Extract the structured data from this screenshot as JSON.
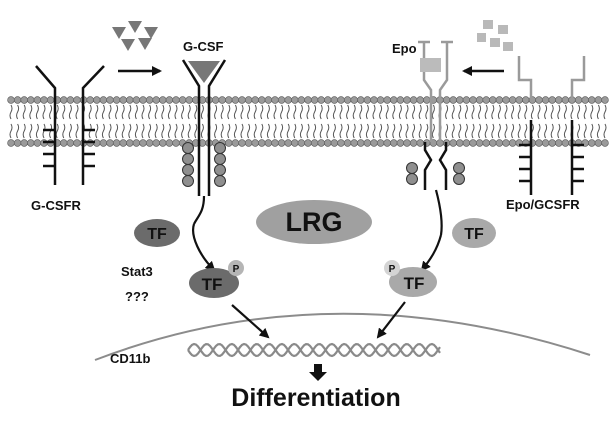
{
  "labels": {
    "gcsf": "G-CSF",
    "gcsfr": "G-CSFR",
    "epo": "Epo",
    "epo_gcsfr": "Epo/GCSFR",
    "lrg": "LRG",
    "tf": "TF",
    "phospho": "P",
    "stat3": "Stat3",
    "unknown": "???",
    "cd11b": "CD11b",
    "differentiation": "Differentiation"
  },
  "colors": {
    "membrane_head": "#9a9a9a",
    "dark_tf": "#6b6b6b",
    "light_tf": "#a9a9a9",
    "lrg_fill": "#a0a0a0",
    "ligand_dark": "#777777",
    "ligand_light": "#b9b9b9",
    "nucleus_line": "#8c8c8c"
  }
}
